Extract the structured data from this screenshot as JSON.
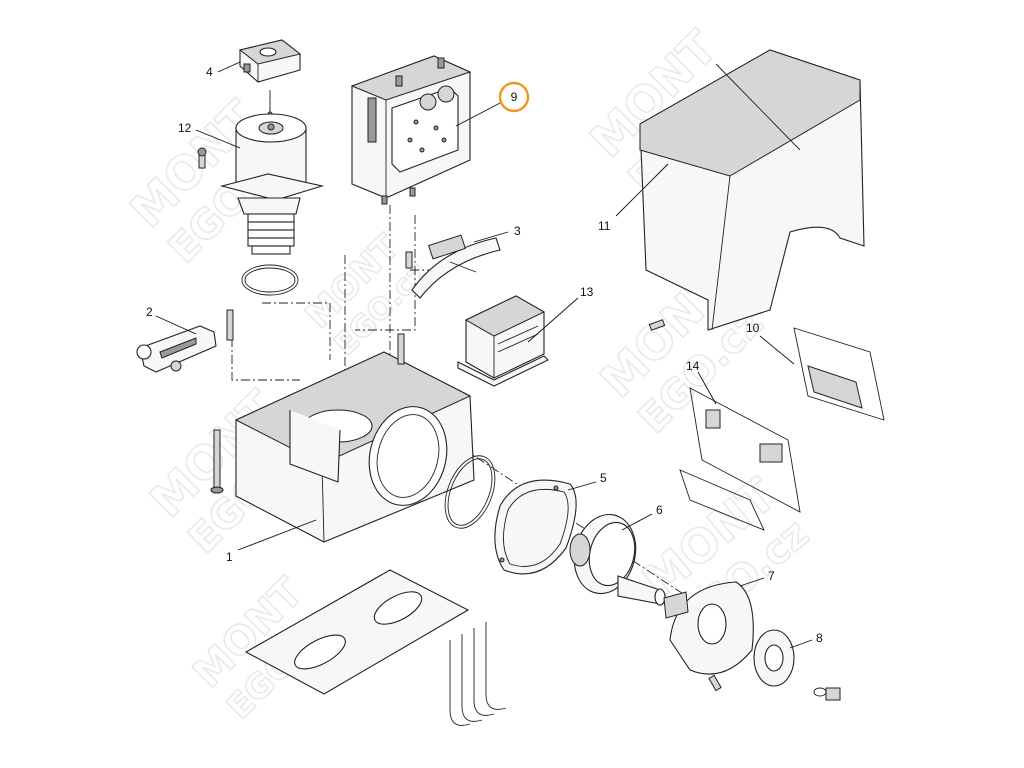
{
  "callouts": [
    {
      "id": "1",
      "label": "1"
    },
    {
      "id": "2",
      "label": "2"
    },
    {
      "id": "3",
      "label": "3"
    },
    {
      "id": "4",
      "label": "4"
    },
    {
      "id": "5",
      "label": "5"
    },
    {
      "id": "6",
      "label": "6"
    },
    {
      "id": "7",
      "label": "7"
    },
    {
      "id": "8",
      "label": "8"
    },
    {
      "id": "9",
      "label": "9",
      "highlighted": true
    },
    {
      "id": "10",
      "label": "10"
    },
    {
      "id": "11",
      "label": "11"
    },
    {
      "id": "12",
      "label": "12"
    },
    {
      "id": "13",
      "label": "13"
    },
    {
      "id": "14",
      "label": "14"
    }
  ],
  "watermark": {
    "line1": "MONT",
    "line2": "EGO.cz"
  },
  "colors": {
    "highlight": "#f0961e",
    "line": "#222222",
    "watermark": "#e9e9e9"
  }
}
